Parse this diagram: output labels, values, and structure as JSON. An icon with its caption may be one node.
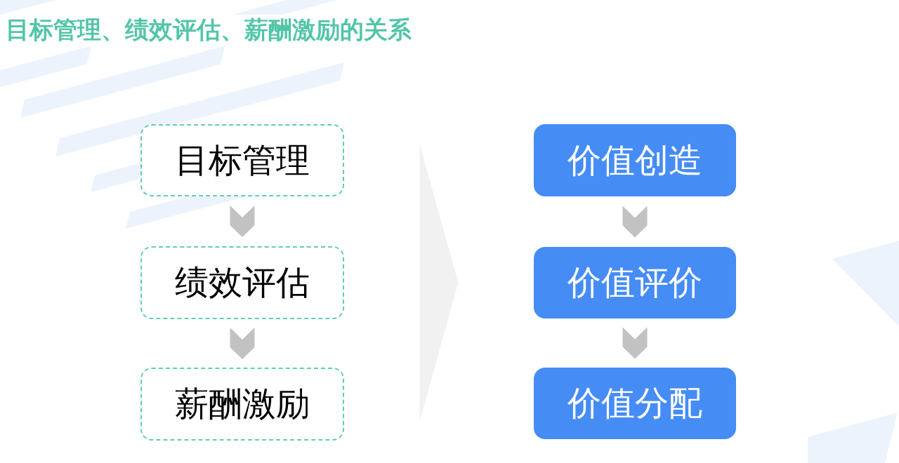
{
  "diagram": {
    "title": "目标管理、绩效评估、薪酬激励的关系",
    "nodes": [
      {
        "text": [
          "目标管理"
        ]
      },
      {
        "text": [
          "绩效评估"
        ]
      },
      {
        "text": [
          "薪酬激励"
        ]
      },
      {
        "text": [
          "价值创造"
        ]
      },
      {
        "text": [
          "价值评价"
        ]
      },
      {
        "text": [
          "价值分配"
        ]
      }
    ],
    "edges": [
      {
        "from": 0,
        "to": 1,
        "arrow": "to"
      },
      {
        "from": 1,
        "to": 2,
        "arrow": "to"
      },
      {
        "from": 3,
        "to": 4,
        "arrow": "to"
      },
      {
        "from": 4,
        "to": 5,
        "arrow": "to"
      },
      {
        "from": 1,
        "to": 4,
        "arrow": "to",
        "style": "thick",
        "color": "#f1f1f1"
      }
    ]
  }
}
